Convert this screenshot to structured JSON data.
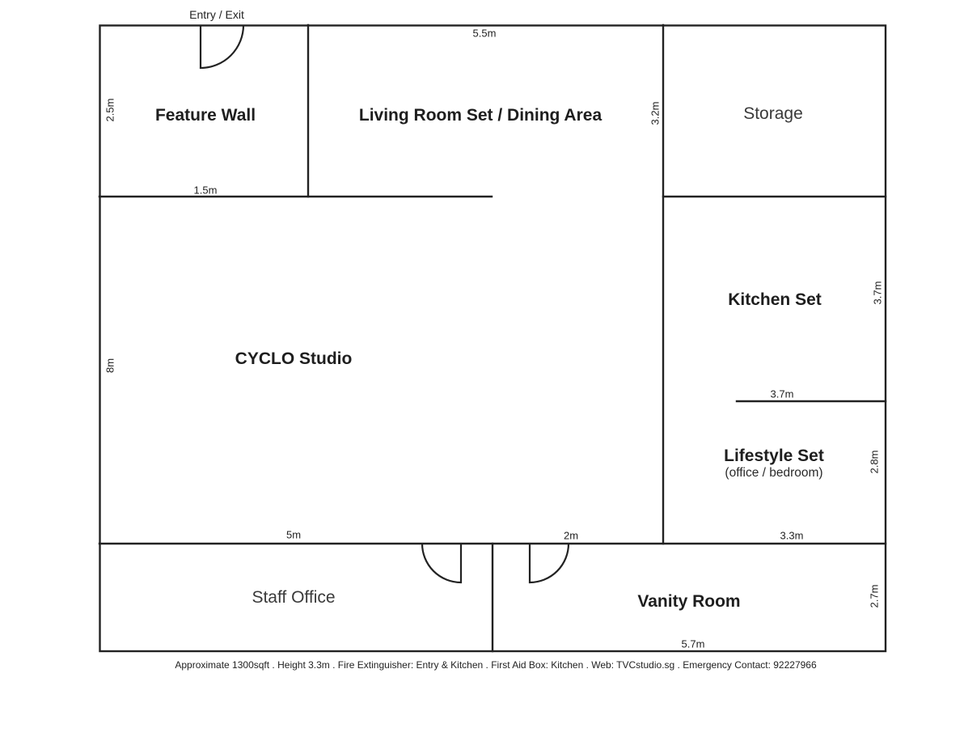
{
  "entry_label": "Entry / Exit",
  "rooms": {
    "feature_wall": "Feature Wall",
    "living_dining": "Living Room Set / Dining Area",
    "storage": "Storage",
    "cyclo_studio": "CYCLO Studio",
    "kitchen_set": "Kitchen Set",
    "lifestyle_set": "Lifestyle Set",
    "lifestyle_sub": "(office / bedroom)",
    "staff_office": "Staff Office",
    "vanity_room": "Vanity Room"
  },
  "dimensions": {
    "top_living_width": "5.5m",
    "feature_wall_height": "2.5m",
    "feature_wall_width": "1.5m",
    "living_height": "3.2m",
    "studio_height": "8m",
    "kitchen_height": "3.7m",
    "kitchen_width": "3.7m",
    "lifestyle_height": "2.8m",
    "lifestyle_width": "3.3m",
    "studio_width": "5m",
    "corridor_width": "2m",
    "vanity_height": "2.7m",
    "vanity_width": "5.7m"
  },
  "footer": {
    "info": "Approximate 1300sqft . Height 3.3m . Fire Extinguisher: Entry & Kitchen . First Aid Box: Kitchen . Web: TVCstudio.sg . Emergency Contact: 92227966"
  },
  "colors": {
    "wall": "#222222",
    "background": "#ffffff"
  }
}
